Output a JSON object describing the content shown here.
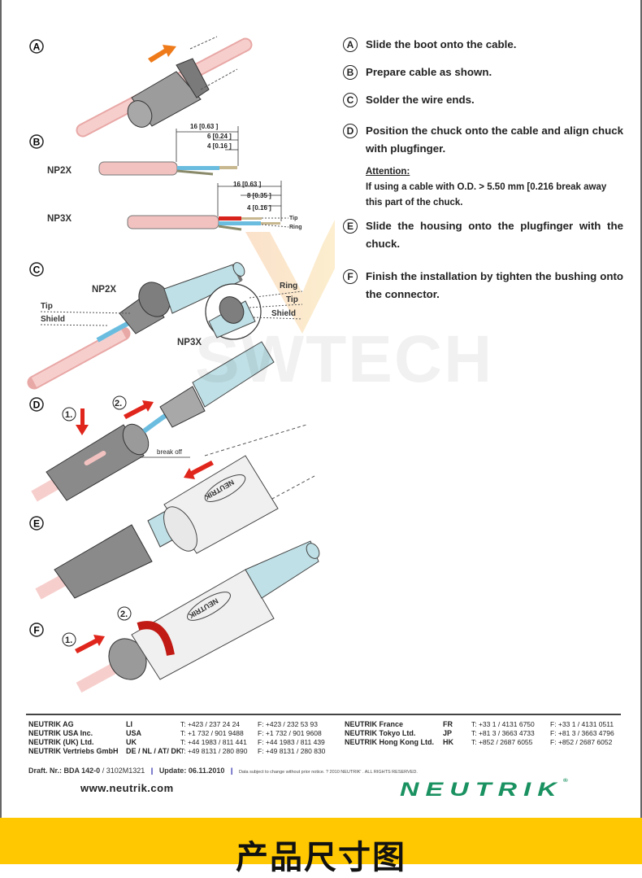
{
  "steps": [
    {
      "letter": "A",
      "text": "Slide the boot onto the cable."
    },
    {
      "letter": "B",
      "text": "Prepare cable as shown."
    },
    {
      "letter": "C",
      "text": "Solder the wire ends."
    },
    {
      "letter": "D",
      "text": "Position the chuck onto the cable and align chuck with plugfinger."
    },
    {
      "letter": "E",
      "text": "Slide the housing onto the plugfinger with the chuck."
    },
    {
      "letter": "F",
      "text": "Finish the installation by tighten the bushing onto the connector."
    }
  ],
  "attention": {
    "title": "Attention:",
    "text": "If using a cable with O.D. > 5.50 mm [0.216 break away this part of the chuck."
  },
  "illustrations": {
    "section_labels": [
      "A",
      "B",
      "C",
      "D",
      "E",
      "F"
    ],
    "np2x": "NP2X",
    "np3x": "NP3X",
    "dims_np2x": [
      "16 [0.63 ]",
      "6 [0.24 ]",
      "4 [0.16 ]"
    ],
    "dims_np3x": [
      "16 [0.63 ]",
      "8 [0.35 ]",
      "4 [0.16 ]"
    ],
    "wire_tip": "Tip",
    "wire_ring": "Ring",
    "wire_shield": "Shield",
    "step1": "1.",
    "step2": "2.",
    "break_off": "break off",
    "housing_brand": "NEUTRIK",
    "watermark": "SWTECH"
  },
  "contacts_left": [
    {
      "name": "NEUTRIK  AG",
      "cc": "LI",
      "t": "T: +423 / 237 24 24",
      "f": "F: +423 / 232 53 93"
    },
    {
      "name": "NEUTRIK  USA Inc.",
      "cc": "USA",
      "t": "T: +1 732 / 901 9488",
      "f": "F: +1 732 / 901 9608"
    },
    {
      "name": "NEUTRIK  (UK) Ltd.",
      "cc": "UK",
      "t": "T: +44 1983 / 811 441",
      "f": "F: +44 1983 / 811 439"
    },
    {
      "name": "NEUTRIK Vertriebs GmbH",
      "cc": "DE / NL / AT/ DK",
      "t": "T: +49 8131 / 280 890",
      "f": "F: +49 8131 / 280 830"
    }
  ],
  "contacts_right": [
    {
      "name": "NEUTRIK France",
      "cc": "FR",
      "t": "T: +33 1 / 4131 6750",
      "f": "F: +33 1 / 4131 0511"
    },
    {
      "name": "NEUTRIK Tokyo Ltd.",
      "cc": "JP",
      "t": "T: +81 3 / 3663 4733",
      "f": "F: +81 3 / 3663 4796"
    },
    {
      "name": "NEUTRIK Hong Kong Ltd.",
      "cc": "HK",
      "t": "T: +852 / 2687 6055",
      "f": "F: +852 / 2687 6052"
    }
  ],
  "footer": {
    "draft_label": "Draft. Nr.: BDA 142-0",
    "draft_code": " / 3102M1321",
    "update": "Update: 06.11.2010",
    "separator": "|",
    "disclaimer": "Data subject to change without prior notice. ? 2010 NEUTRIK'  . ALL RIGHTS RESERVED.",
    "url": "www.neutrik.com",
    "logo": "NEUTRIK",
    "logo_mark": "®"
  },
  "banner": {
    "title": "产品尺寸图"
  },
  "colors": {
    "brand_green": "#1a9160",
    "banner_yellow": "#ffc800",
    "cable_pink": "#f2c2c0",
    "plug_blue": "#bfe0e6",
    "arrow_red": "#e0261c",
    "arrow_orange": "#ee7a1a"
  }
}
